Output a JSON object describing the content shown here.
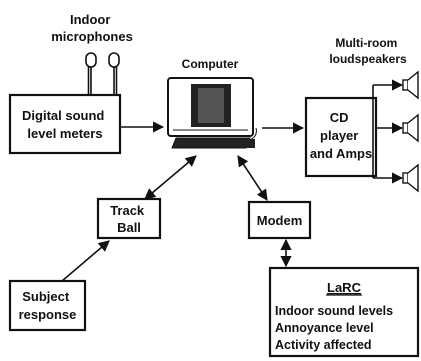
{
  "labels": {
    "microphones": [
      "Indoor",
      "microphones"
    ],
    "computer": "Computer",
    "speakers": [
      "Multi-room",
      "loudspeakers"
    ]
  },
  "boxes": {
    "sound_meters": [
      "Digital sound",
      "level meters"
    ],
    "cd_player": [
      "CD",
      "player",
      "and Amps"
    ],
    "track_ball": [
      "Track",
      "Ball"
    ],
    "modem": "Modem",
    "subject_response": [
      "Subject",
      "response"
    ],
    "larc": {
      "title": "LaRC",
      "lines": [
        "Indoor sound levels",
        "Annoyance level",
        "Activity affected"
      ]
    }
  }
}
